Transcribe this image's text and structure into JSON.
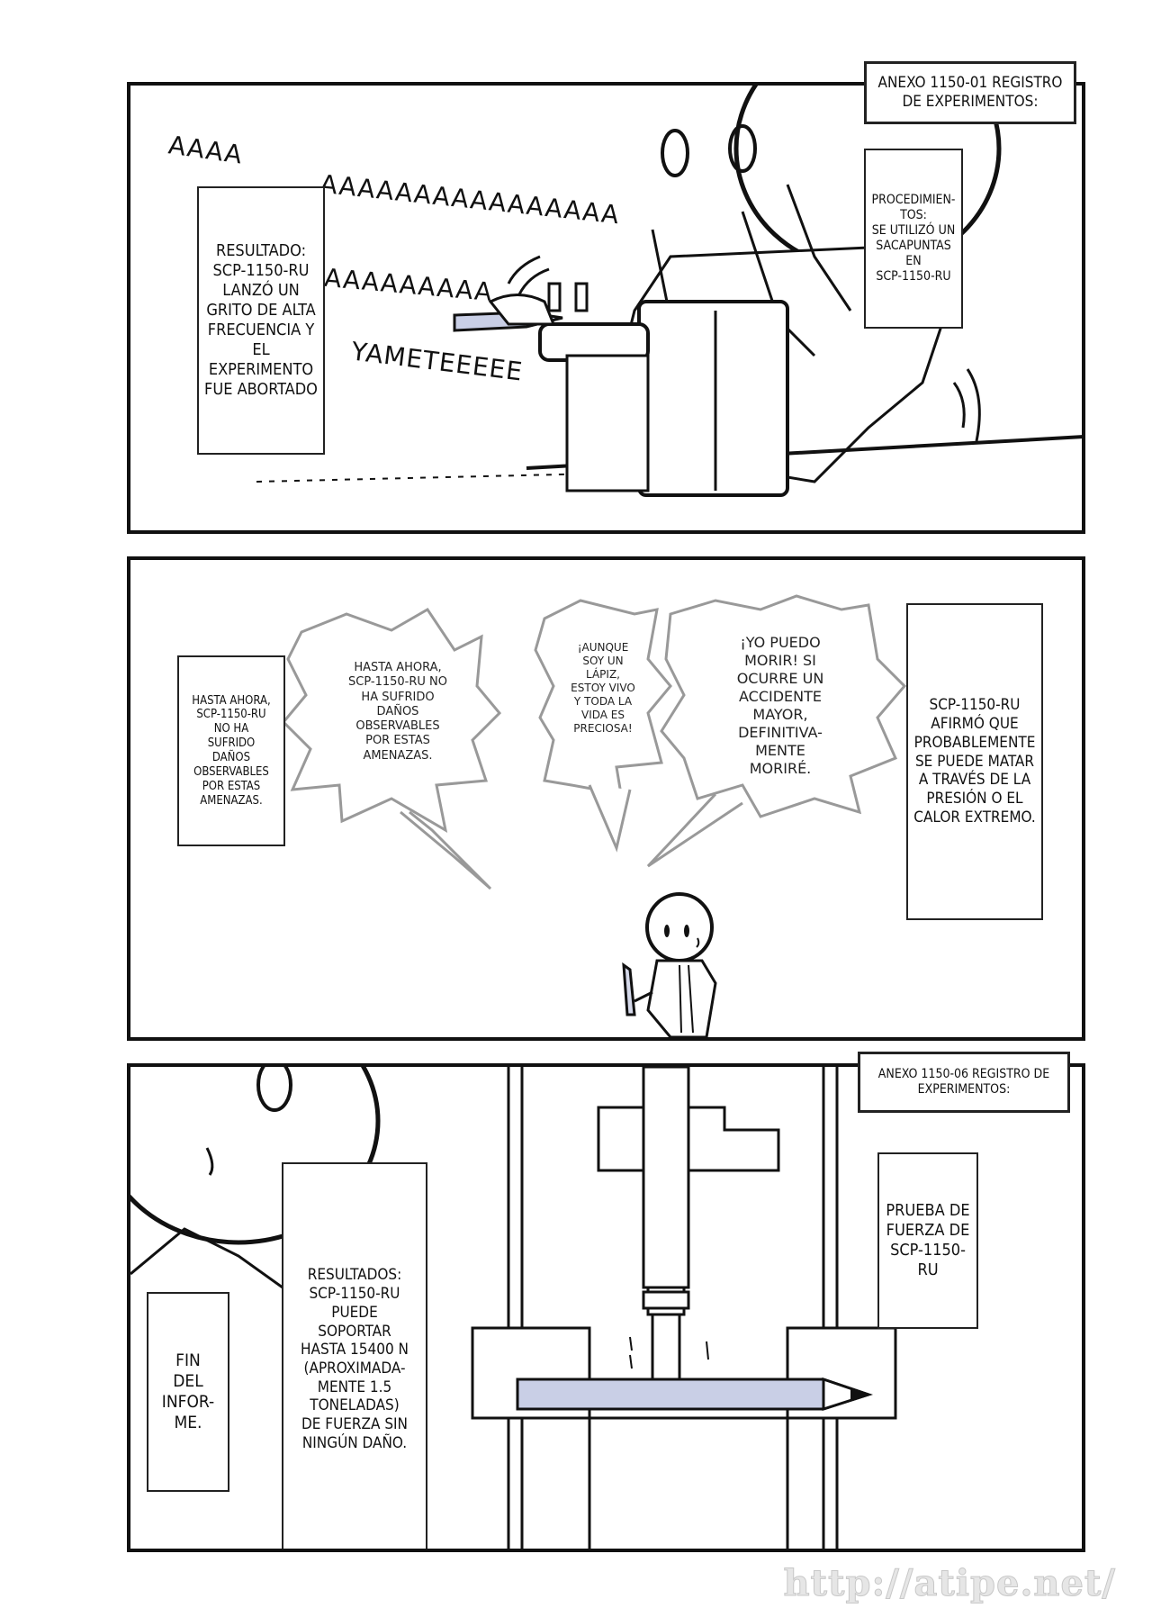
{
  "panel1": {
    "caption_anexo": "ANEXO 1150-01 REGISTRO\nDE EXPERIMENTOS:",
    "caption_procedimientos": "PROCEDIMIEN-\nTOS:\nSE UTILIZÓ UN\nSACAPUNTAS\nEN\nSCP-1150-RU",
    "caption_resultado": "RESULTADO:\nSCP-1150-RU\nLANZÓ UN\nGRITO DE ALTA\nFRECUENCIA Y\nEL EXPERIMENTO\nFUE ABORTADO",
    "sfx_scream_1": "AAAA",
    "sfx_scream_2": "AAAAAAAAAAAAAAAA",
    "sfx_scream_3": "AAAAAAAAA",
    "sfx_yamete": "YAMETEEEEE"
  },
  "panel2": {
    "caption_left": "HASTA AHORA,\nSCP-1150-RU\nNO HA\nSUFRIDO\nDAÑOS\nOBSERVABLES\nPOR ESTAS\nAMENAZAS.",
    "bubble_1": "HASTA AHORA,\nSCP-1150-RU NO\nHA SUFRIDO\nDAÑOS\nOBSERVABLES\nPOR ESTAS\nAMENAZAS.",
    "bubble_2": "¡AUNQUE\nSOY UN\nLÁPIZ,\nESTOY VIVO\nY TODA LA\nVIDA ES\nPRECIOSA!",
    "bubble_3": "¡YO PUEDO\nMORIR! SI\nOCURRE UN\nACCIDENTE\nMAYOR,\nDEFINITIVA-\nMENTE\nMORIRÉ.",
    "caption_right": "SCP-1150-RU\nAFIRMÓ QUE\nPROBABLEMENTE\nSE PUEDE MATAR\nA TRAVÉS DE LA\nPRESIÓN O EL\nCALOR EXTREMO."
  },
  "panel3": {
    "caption_anexo": "ANEXO 1150-06 REGISTRO DE\nEXPERIMENTOS:",
    "caption_prueba": "PRUEBA DE\nFUERZA DE\nSCP-1150-\nRU",
    "caption_resultados": "RESULTADOS:\nSCP-1150-RU\nPUEDE\nSOPORTAR\nHASTA 15400 N\n(APROXIMADA-\nMENTE 1.5\nTONELADAS)\nDE FUERZA SIN\nNINGÚN DAÑO.",
    "caption_fin": "FIN\nDEL\nINFOR-\nME."
  },
  "watermark": "http://atipe.net/"
}
